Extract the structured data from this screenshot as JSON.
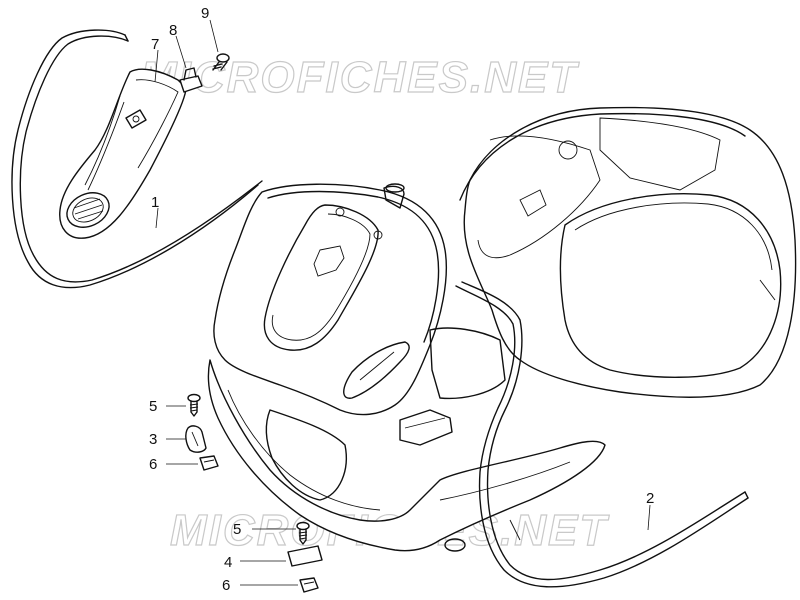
{
  "watermark": "MICROFICHES.NET",
  "callouts": {
    "c9": "9",
    "c8": "8",
    "c7": "7",
    "c1": "1",
    "c5a": "5",
    "c3": "3",
    "c6a": "6",
    "c2": "2",
    "c5b": "5",
    "c4": "4",
    "c6b": "6"
  }
}
